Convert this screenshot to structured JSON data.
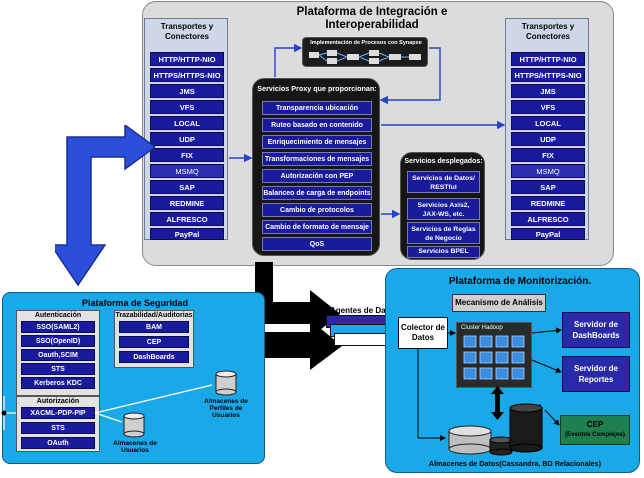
{
  "integration": {
    "title_line1": "Plataforma de Integración e",
    "title_line2": "Interoperabilidad",
    "synapse_label": "Implementación de Procesos con Synapse",
    "transports_left_title_1": "Transportes y",
    "transports_left_title_2": "Conectores",
    "transports_right_title_1": "Transportes y",
    "transports_right_title_2": "Conectores",
    "transports": [
      "HTTP/HTTP-NIO",
      "HTTPS/HTTPS-NIO",
      "JMS",
      "VFS",
      "LOCAL",
      "UDP",
      "FIX",
      "MSMQ",
      "SAP",
      "REDMINE",
      "ALFRESCO",
      "PayPal"
    ],
    "proxy_title": "Servicios Proxy que proporcionan:",
    "proxy_items": [
      "Transparencia ubicación",
      "Ruteo basado en contenido",
      "Enriquecimiento de mensajes",
      "Transformaciones de mensajes",
      "Autorización con PEP",
      "Balanceo de carga de endpoints",
      "Cambio de protocolos",
      "Cambio de formato de mensaje",
      "QoS"
    ],
    "deployed_title": "Servicios desplegados:",
    "deployed_items": [
      {
        "l1": "Servicios de Datos/",
        "l2": "RESTful"
      },
      {
        "l1": "Servicios Axis2,",
        "l2": "JAX-WS, etc."
      },
      {
        "l1": "Servicios de Reglas",
        "l2": "de Negocio"
      },
      {
        "l1": "Servicios  BPEL",
        "l2": ""
      }
    ]
  },
  "security": {
    "title": "Plataforma de Seguridad",
    "auth_title": "Autenticación",
    "auth_items": [
      "SSO(SAML2)",
      "SSO(OpenID)",
      "Oauth,SCIM",
      "STS",
      "Kerberos KDC"
    ],
    "audit_title": "Trazabilidad/Auditorias",
    "audit_items": [
      "BAM",
      "CEP",
      "DashBoards"
    ],
    "authz_title": "Autorización",
    "authz_items": [
      "XACML-PDP-PIP",
      "STS",
      "OAuth"
    ],
    "store_users_1": "Almacenes de",
    "store_users_2": "Usuarios",
    "store_profiles_1": "Almacenes de",
    "store_profiles_2": "Perfiles de",
    "store_profiles_3": "Usuarios"
  },
  "monitoring": {
    "title": "Plataforma de Monitorización.",
    "agents_label": "Agentes de Datos",
    "collector_1": "Colector de",
    "collector_2": "Datos",
    "analysis_label": "Mecanismo de Análisis",
    "hadoop_label": "Cluster Hadoop",
    "dashboards_1": "Servidor de",
    "dashboards_2": "DashBoards",
    "reports_1": "Servidor de",
    "reports_2": "Reportes",
    "cep_label": "CEP",
    "cep_sub": "(Eventos Complejos)",
    "storage_label": "Almacenes de Datos(Cassandra, BD Relacionales)"
  },
  "colors": {
    "button_blue": "#1a1a9c",
    "panel_blue": "#19a8e8",
    "integration_gray": "#dcdcdc",
    "dark_box": "#161616",
    "green": "#1f7f4e",
    "arrow_blue": "#2244cc"
  }
}
